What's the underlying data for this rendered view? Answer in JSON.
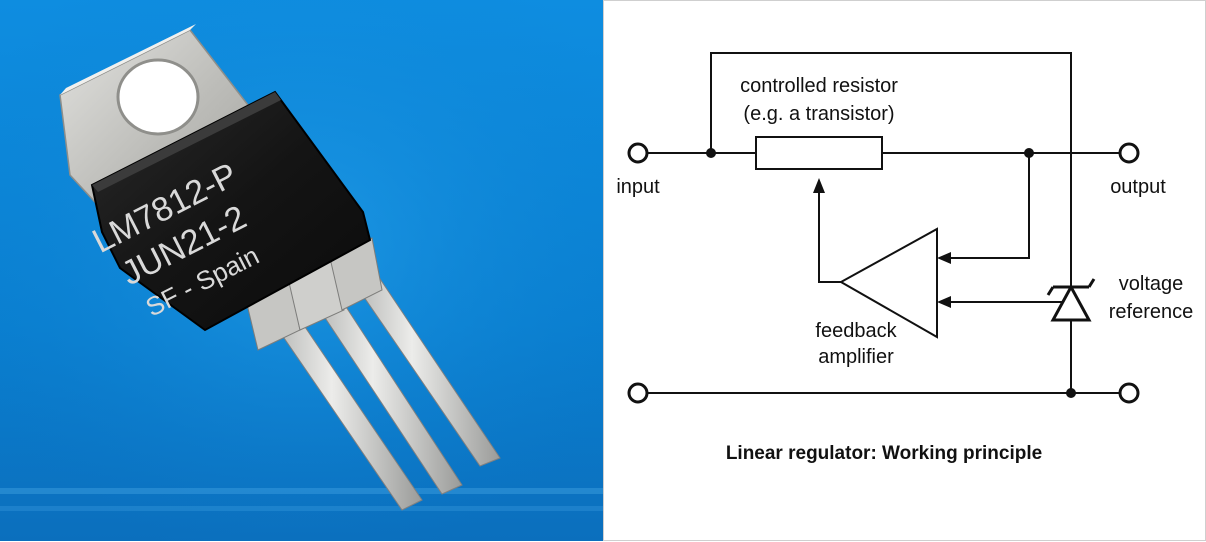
{
  "photo": {
    "chip_marking": {
      "line1": "LM7812-P",
      "line2": "JUN21-2",
      "line3": "SF - Spain"
    }
  },
  "diagram": {
    "labels": {
      "resistor_line1": "controlled resistor",
      "resistor_line2": "(e.g. a transistor)",
      "input": "input",
      "output": "output",
      "feedback_line1": "feedback",
      "feedback_line2": "amplifier",
      "voltage_line1": "voltage",
      "voltage_line2": "reference"
    },
    "caption": "Linear regulator: Working principle"
  },
  "colors": {
    "background_blue": "#0b86d6",
    "diagram_ink": "#111111",
    "package_black": "#151515",
    "tab_metal": "#c9c9c6"
  }
}
